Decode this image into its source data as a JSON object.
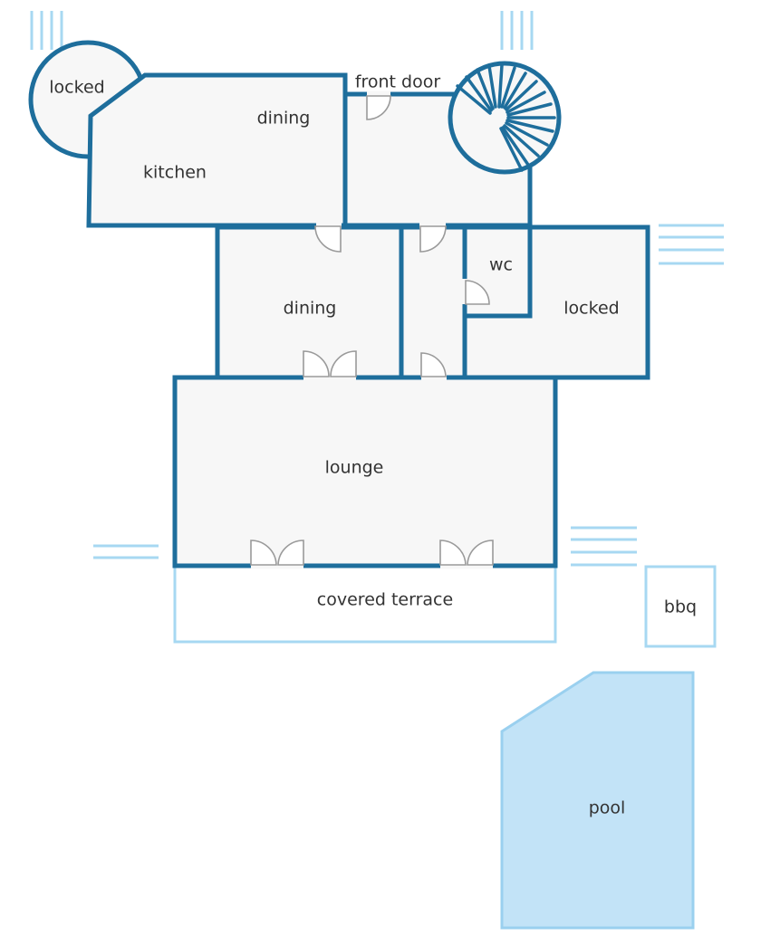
{
  "rooms": {
    "locked_tower": "locked",
    "kitchen": "kitchen",
    "dining_upper": "dining",
    "front_door": "front door",
    "dining_lower": "dining",
    "wc": "wc",
    "locked_room": "locked",
    "lounge": "lounge",
    "covered_terrace": "covered terrace",
    "bbq": "bbq",
    "pool": "pool"
  },
  "colors": {
    "wall": "#1e6e9c",
    "floor": "#f7f7f7",
    "outline_light": "#a7d8f2",
    "pool_fill": "#c2e3f7",
    "door": "#9a9a9a",
    "text": "#333333"
  }
}
